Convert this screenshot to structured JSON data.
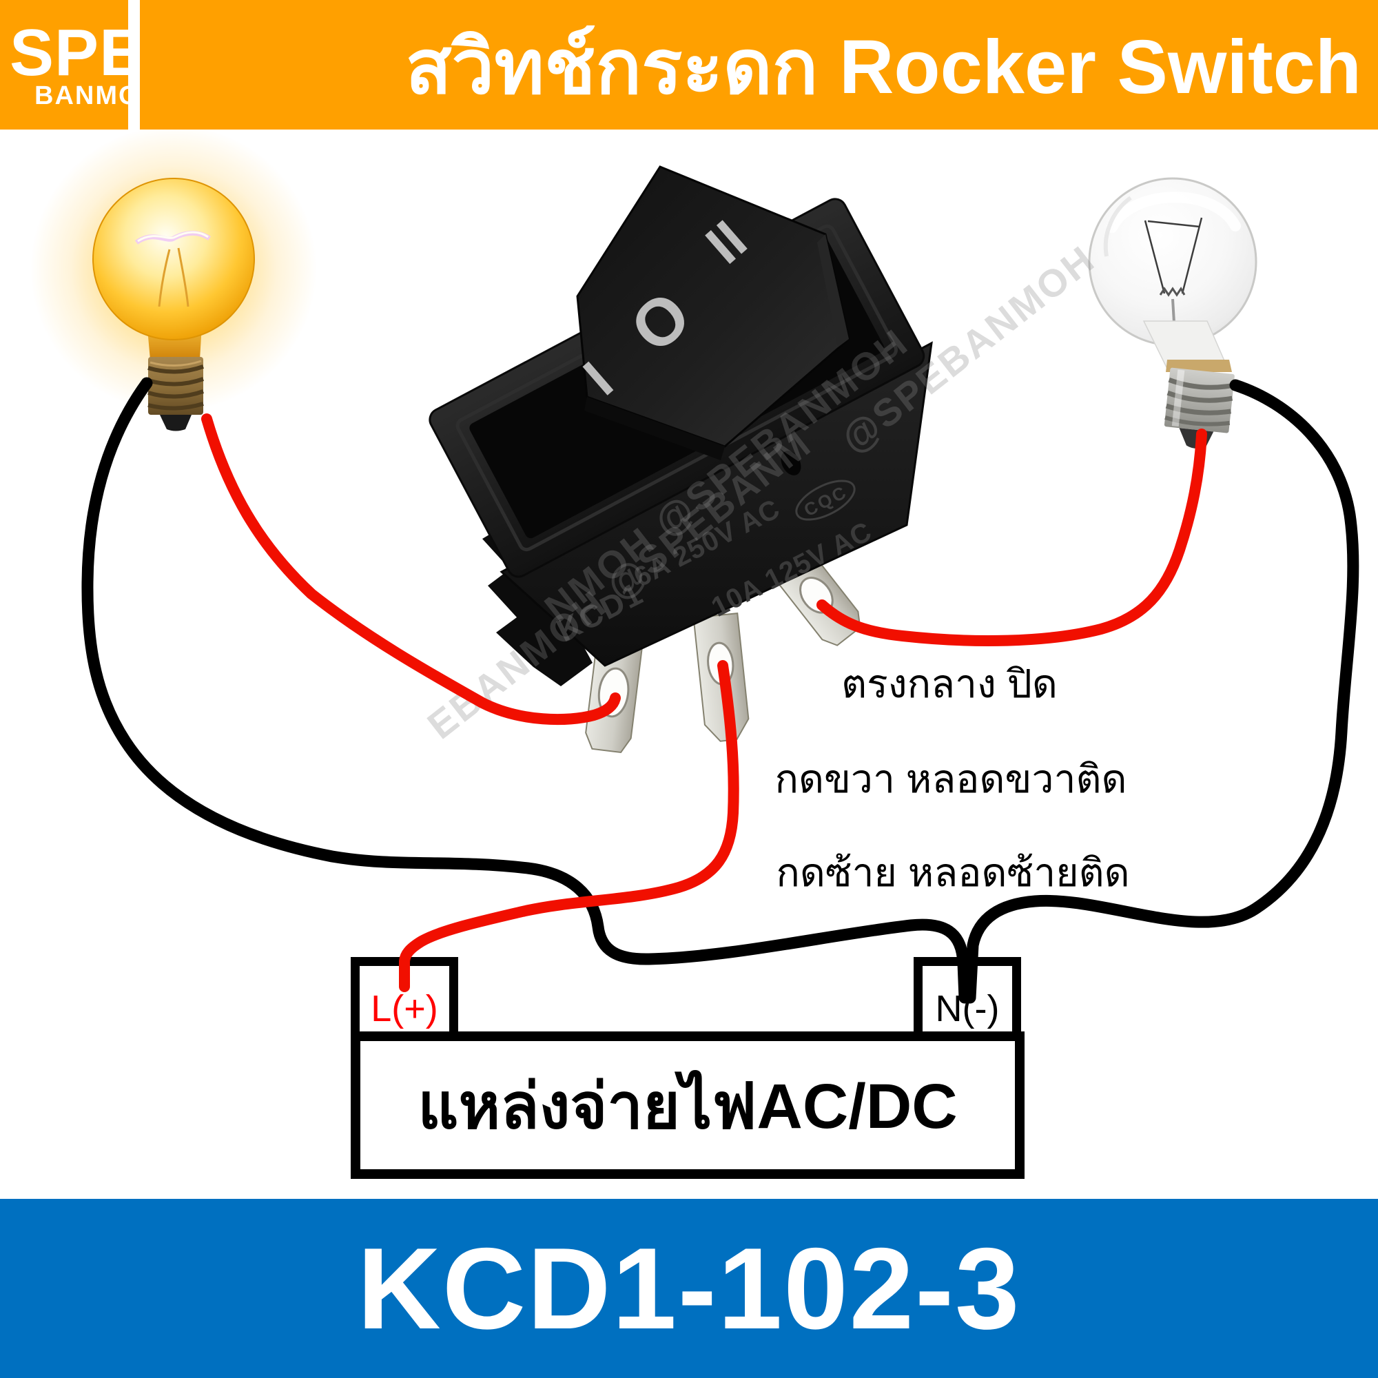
{
  "header": {
    "logo_line1": "SPE",
    "logo_line2": "BANMOH",
    "title": "สวิทช์กระดก Rocker Switch",
    "bg_color": "#FFA000"
  },
  "switch": {
    "marking_left": "I",
    "marking_center": "O",
    "marking_right": "II",
    "model": "KCD1",
    "rating_line1": "6A 250V AC",
    "rating_line2": "10A 125V AC",
    "cert_mark": "CQC"
  },
  "watermark": {
    "line1": "EBANMOH @SPEBANM",
    "line2": "NMOH @SPEBANMOH",
    "line3": "@SPEBANMOH"
  },
  "annotations": {
    "center_off": "ตรงกลาง ปิด",
    "press_right": "กดขวา หลอดขวาติด",
    "press_left": "กดซ้าย หลอดซ้ายติด"
  },
  "power_source": {
    "label": "แหล่งจ่ายไฟAC/DC",
    "terminal_live": "L(+)",
    "terminal_neutral": "N(-)",
    "live_color": "#FF0000"
  },
  "footer": {
    "model": "KCD1-102-3",
    "bg_color": "#0070C0"
  },
  "wires": {
    "red": "#F10F00",
    "black": "#000000"
  }
}
